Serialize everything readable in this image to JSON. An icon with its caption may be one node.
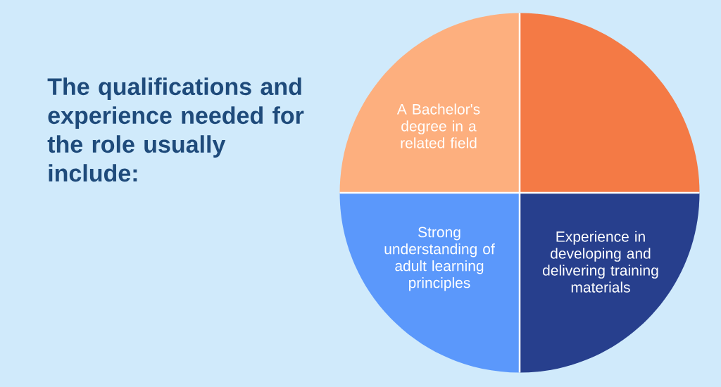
{
  "diagram": {
    "title": "The qualifications and experience needed for the role usually include:",
    "nodes": [
      {
        "text": [
          "A Bachelor's degree in a related field"
        ]
      },
      {
        "text": [],
        "shape": "sector"
      },
      {
        "text": [
          "Strong understanding of adult learning principles"
        ]
      },
      {
        "text": [
          "Experience in developing and delivering training materials"
        ]
      }
    ]
  }
}
